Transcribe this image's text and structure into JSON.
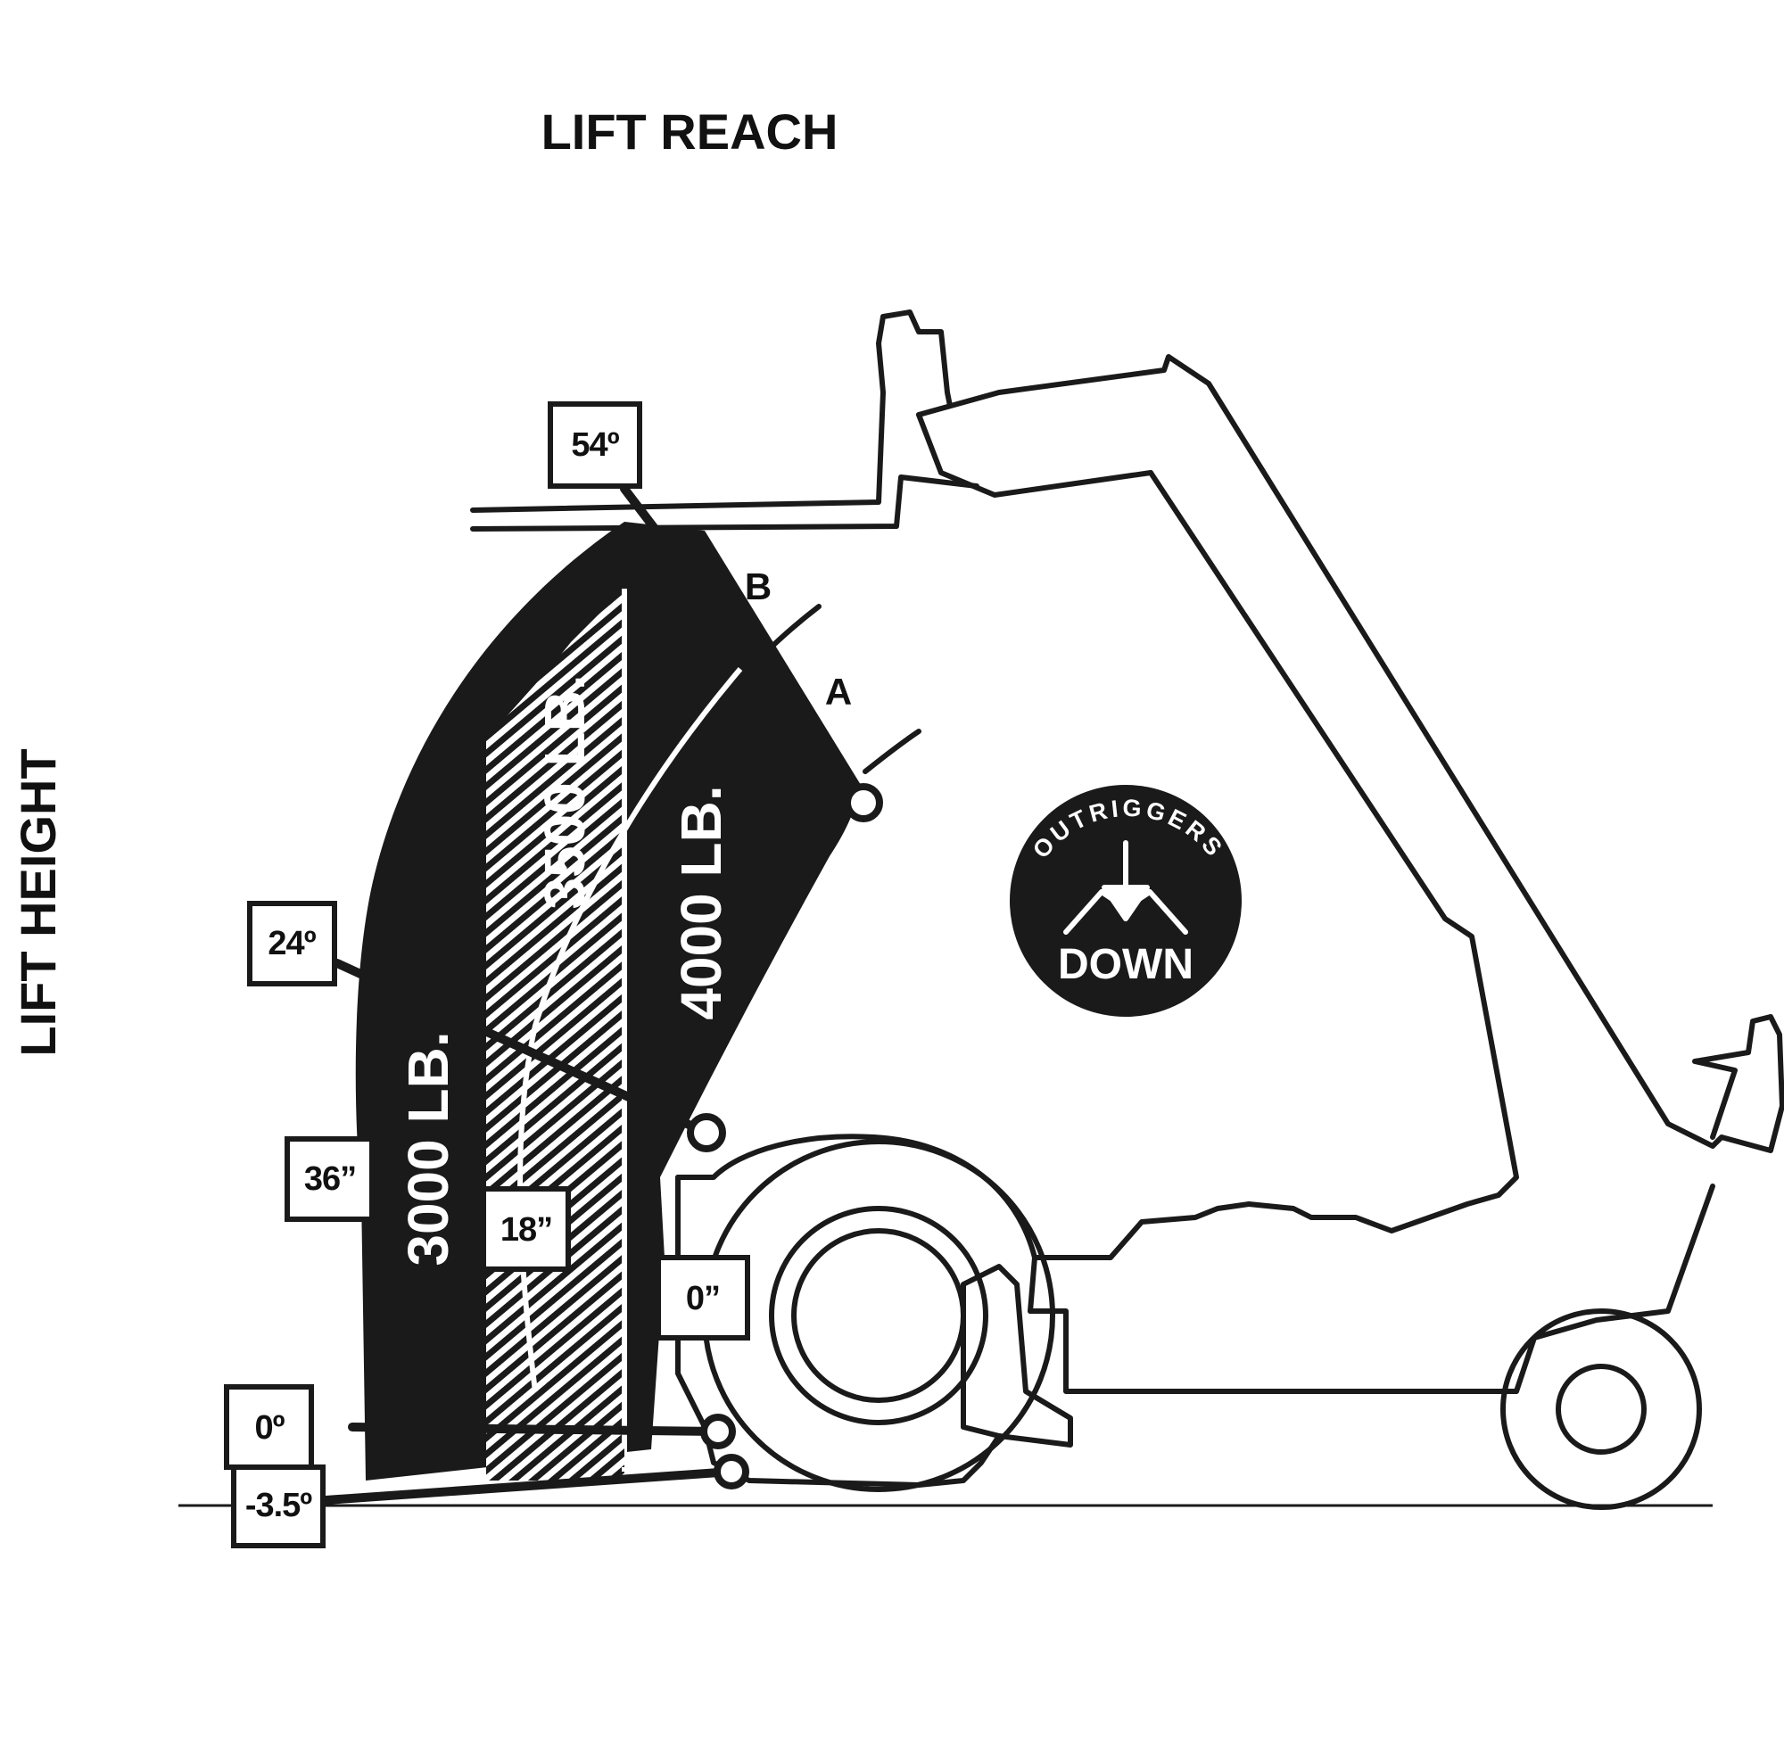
{
  "title": "LIFT REACH",
  "y_axis_label": "LIFT HEIGHT",
  "colors": {
    "ink": "#1a1a1a",
    "paper": "#ffffff"
  },
  "loads": {
    "outer": "3000 LB.",
    "middle": "3500 LB.",
    "inner": "4000 LB."
  },
  "curves": {
    "a": "A",
    "b": "B"
  },
  "angles": {
    "max": "54º",
    "mid": "24º",
    "level": "0º",
    "min": "-3.5º"
  },
  "reach": {
    "r36": "36”",
    "r18": "18”",
    "r0": "0”"
  },
  "badge": {
    "top": "OUTRIGGERS",
    "bottom": "DOWN",
    "icon": "outriggers-down-arrow-icon"
  }
}
